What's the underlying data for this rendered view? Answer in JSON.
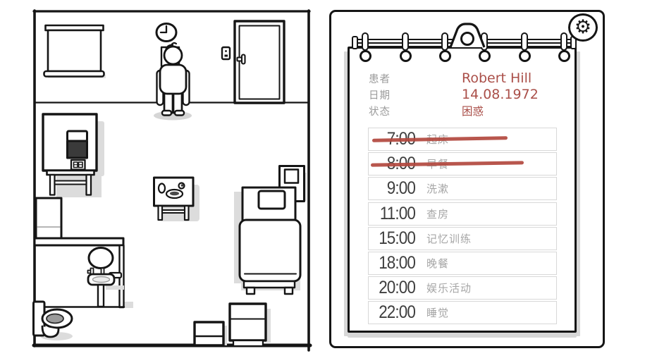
{
  "scene": {
    "clock_time": "9:00"
  },
  "clipboard": {
    "patient_label": "患者",
    "patient_value": "Robert Hill",
    "date_label": "日期",
    "date_value": "14.08.1972",
    "status_label": "状态",
    "status_value": "困惑",
    "schedule_rows": [
      {
        "time": "7:00",
        "activity": "起床",
        "struck": true
      },
      {
        "time": "8:00",
        "activity": "早餐",
        "struck": true
      },
      {
        "time": "9:00",
        "activity": "洗漱",
        "struck": false
      },
      {
        "time": "11:00",
        "activity": "查房",
        "struck": false
      },
      {
        "time": "15:00",
        "activity": "记忆训练",
        "struck": false
      },
      {
        "time": "18:00",
        "activity": "晚餐",
        "struck": false
      },
      {
        "time": "20:00",
        "activity": "娱乐活动",
        "struck": false
      },
      {
        "time": "22:00",
        "activity": "睡觉",
        "struck": false
      }
    ],
    "gear_icon": "⚙"
  },
  "colors": {
    "ink": "#151515",
    "accent_red": "#aa4f49",
    "strike_red": "#b2483e",
    "label_gray": "#9b9b9b",
    "activity_gray": "#a6a6a6",
    "time_gray": "#3e3e3e",
    "row_border": "#d8d8d8",
    "shadow_gray": "#dcdcdc"
  }
}
